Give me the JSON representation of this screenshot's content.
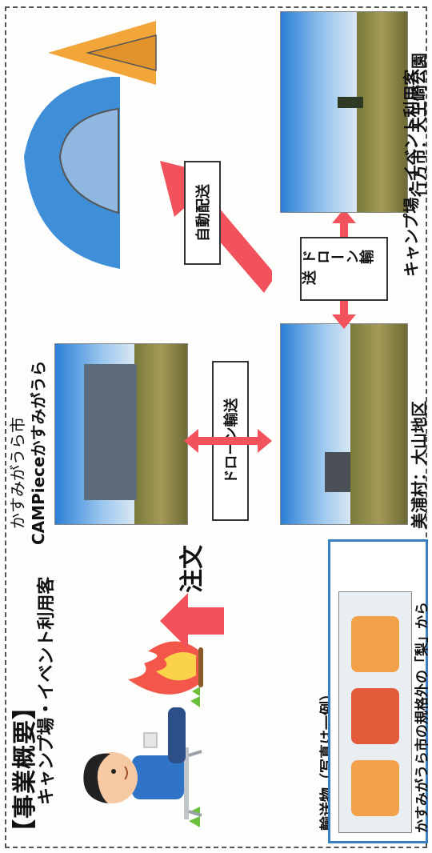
{
  "title": "【事業概要】",
  "customer_label": "キャンプ場・イベント利用客",
  "order_label": "注文",
  "drone_transport_label_1": "ドローン輸送",
  "drone_transport_label_2": "ドローン輸送",
  "auto_delivery_label": "自動配送",
  "site_kasumigaura_city": "かすみがうら市",
  "site_kasumigaura_name": "CAMPieceかすみがうら",
  "site_miho": "美浦村：大山地区",
  "site_namegata": "行方市：天王崎公園",
  "camp_customer_label": "キャンプ場・イベント利用客",
  "cargo_label": "輸送物（写真は一例）",
  "cargo_caption": "かすみがうら市の規格外の「梨」から",
  "colors": {
    "arrow": "#f1525c",
    "tent_blue": "#3f8fd8",
    "tent_orange": "#f2a63a",
    "frame_blue": "#3a7fc2"
  }
}
